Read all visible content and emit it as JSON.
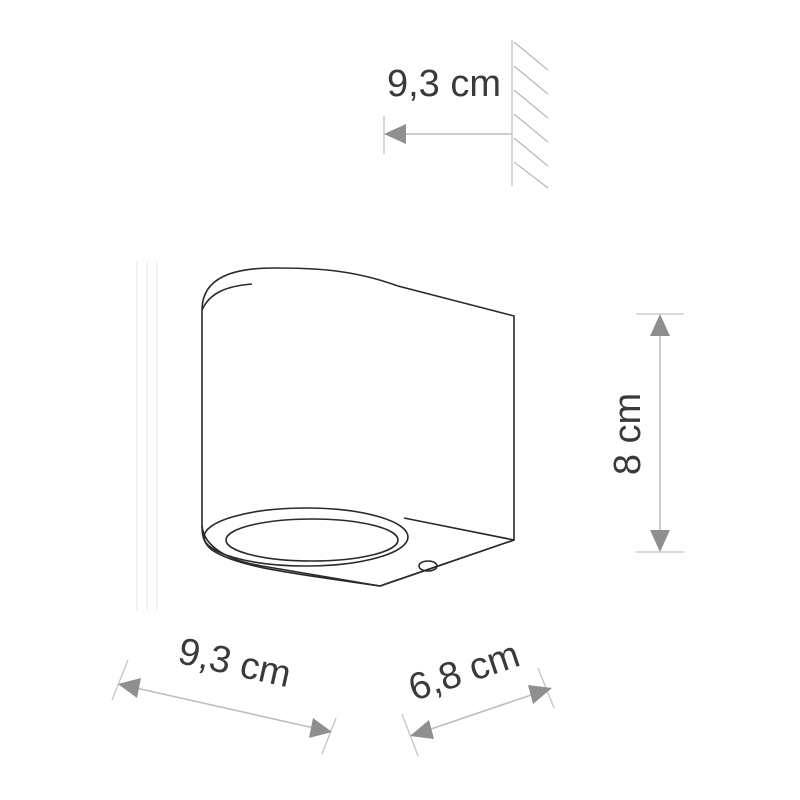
{
  "dimensions": {
    "wall_projection": "9,3 cm",
    "height": "8 cm",
    "width": "9,3 cm",
    "depth": "6,8 cm"
  },
  "colors": {
    "outline": "#2a2a2a",
    "dimension_line": "#bdbdbd",
    "arrow": "#8f8f8f",
    "text": "#3a3a3a"
  }
}
